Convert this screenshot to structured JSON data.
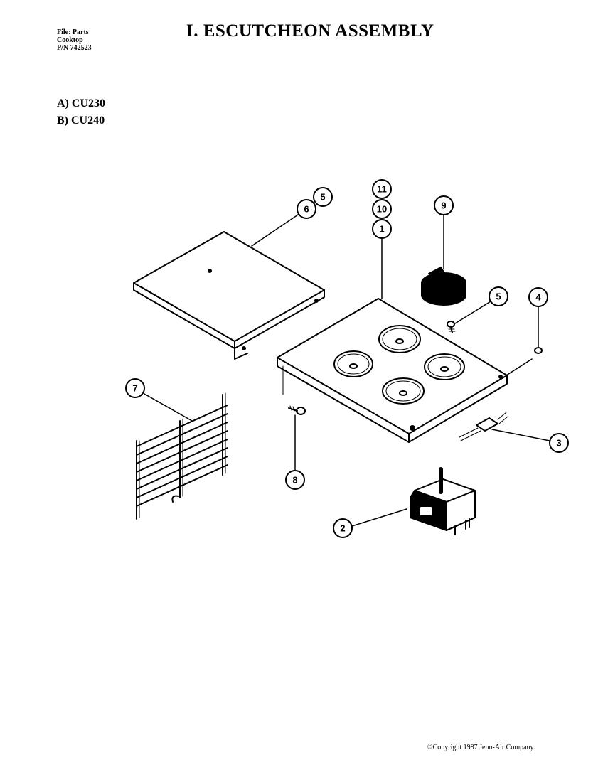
{
  "file_info": {
    "line1": "File: Parts",
    "line2": "Cooktop",
    "line3": "P/N 742523"
  },
  "title": "I. ESCUTCHEON ASSEMBLY",
  "models": [
    "A) CU230",
    "B) CU240"
  ],
  "callouts": {
    "c11": "11",
    "c10": "10",
    "c1": "1",
    "c9": "9",
    "c5_top": "5",
    "c6": "6",
    "c5_right": "5",
    "c4": "4",
    "c7": "7",
    "c3": "3",
    "c8": "8",
    "c2": "2"
  },
  "copyright": "©Copyright 1987 Jenn-Air Company."
}
